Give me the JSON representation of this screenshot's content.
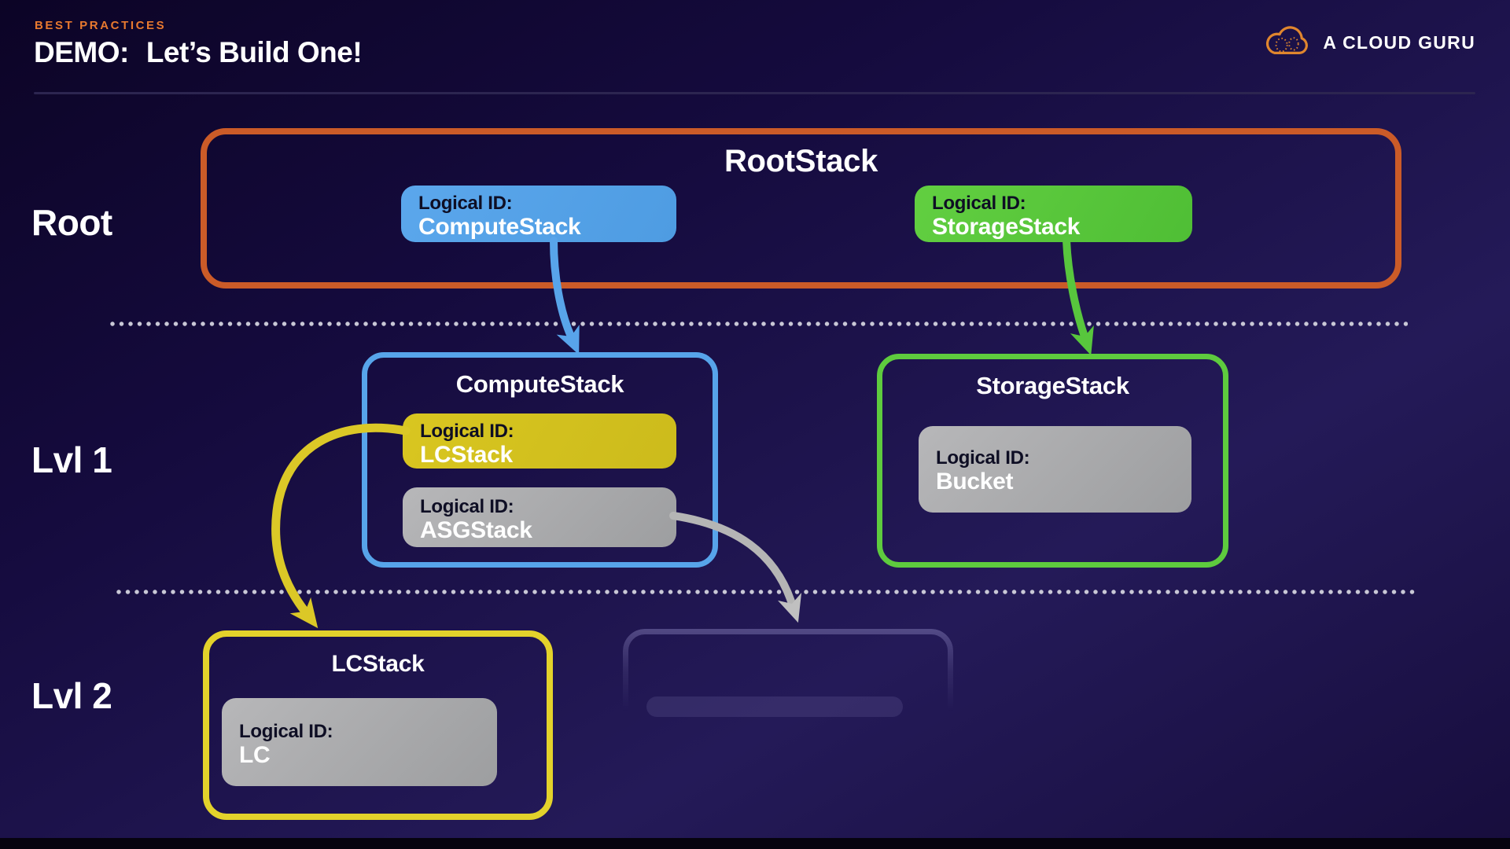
{
  "header": {
    "eyebrow": "BEST PRACTICES",
    "title_prefix": "DEMO:",
    "title_main": "Let’s Build One!",
    "logo_text": "A CLOUD GURU"
  },
  "row_labels": {
    "root": "Root",
    "lvl1": "Lvl 1",
    "lvl2": "Lvl 2"
  },
  "root_stack": {
    "title": "RootStack",
    "compute_badge": {
      "label": "Logical ID:",
      "value": "ComputeStack"
    },
    "storage_badge": {
      "label": "Logical ID:",
      "value": "StorageStack"
    }
  },
  "compute_stack": {
    "title": "ComputeStack",
    "lc_badge": {
      "label": "Logical ID:",
      "value": "LCStack"
    },
    "asg_badge": {
      "label": "Logical ID:",
      "value": "ASGStack"
    }
  },
  "storage_stack": {
    "title": "StorageStack",
    "bucket_badge": {
      "label": "Logical ID:",
      "value": "Bucket"
    }
  },
  "lc_stack": {
    "title": "LCStack",
    "lc_badge": {
      "label": "Logical ID:",
      "value": "LC"
    }
  },
  "colors": {
    "background": "#1a1044",
    "accent_orange": "#e8792f",
    "root_border": "#cb5b28",
    "blue": "#57a4ea",
    "green": "#5ecb3e",
    "yellow": "#d9c620",
    "gray": "#a9a9aa",
    "ghost": "#8079b2",
    "dot": "#c9c8d6"
  }
}
